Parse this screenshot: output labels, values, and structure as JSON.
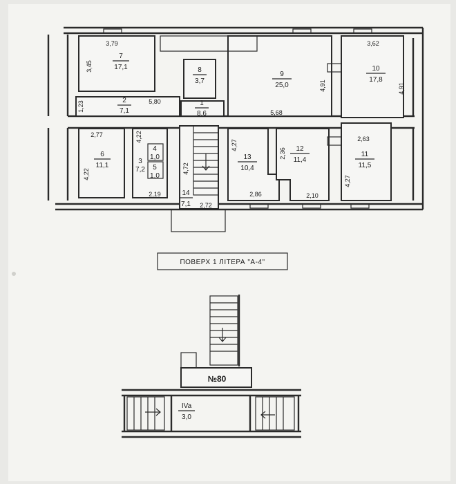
{
  "floor_title": "ПОВЕРХ   1   ЛІТЕРА   \"А-4\"",
  "apartment_number": "№80",
  "rooms": [
    {
      "id": "7",
      "area": "17,1"
    },
    {
      "id": "2",
      "area": "7,1"
    },
    {
      "id": "8",
      "area": "3,7"
    },
    {
      "id": "1",
      "area": "8,6"
    },
    {
      "id": "9",
      "area": "25,0"
    },
    {
      "id": "10",
      "area": "17,8"
    },
    {
      "id": "6",
      "area": "11,1"
    },
    {
      "id": "3",
      "area": "7,2"
    },
    {
      "id": "4",
      "area": "1,0"
    },
    {
      "id": "5",
      "area": "1,0"
    },
    {
      "id": "14",
      "area": "7,1"
    },
    {
      "id": "13",
      "area": "10,4"
    },
    {
      "id": "12",
      "area": "11,4"
    },
    {
      "id": "11",
      "area": "11,5"
    },
    {
      "id": "IVa",
      "area": "3,0"
    }
  ],
  "dimensions": [
    "3,79",
    "3,45",
    "1,23",
    "5,80",
    "3,62",
    "4,91",
    "4,91",
    "5,68",
    "2,77",
    "4,22",
    "4,22",
    "2,19",
    "4,72",
    "2,72",
    "4,27",
    "2,86",
    "2,36",
    "2,10",
    "2,63",
    "4,27"
  ]
}
